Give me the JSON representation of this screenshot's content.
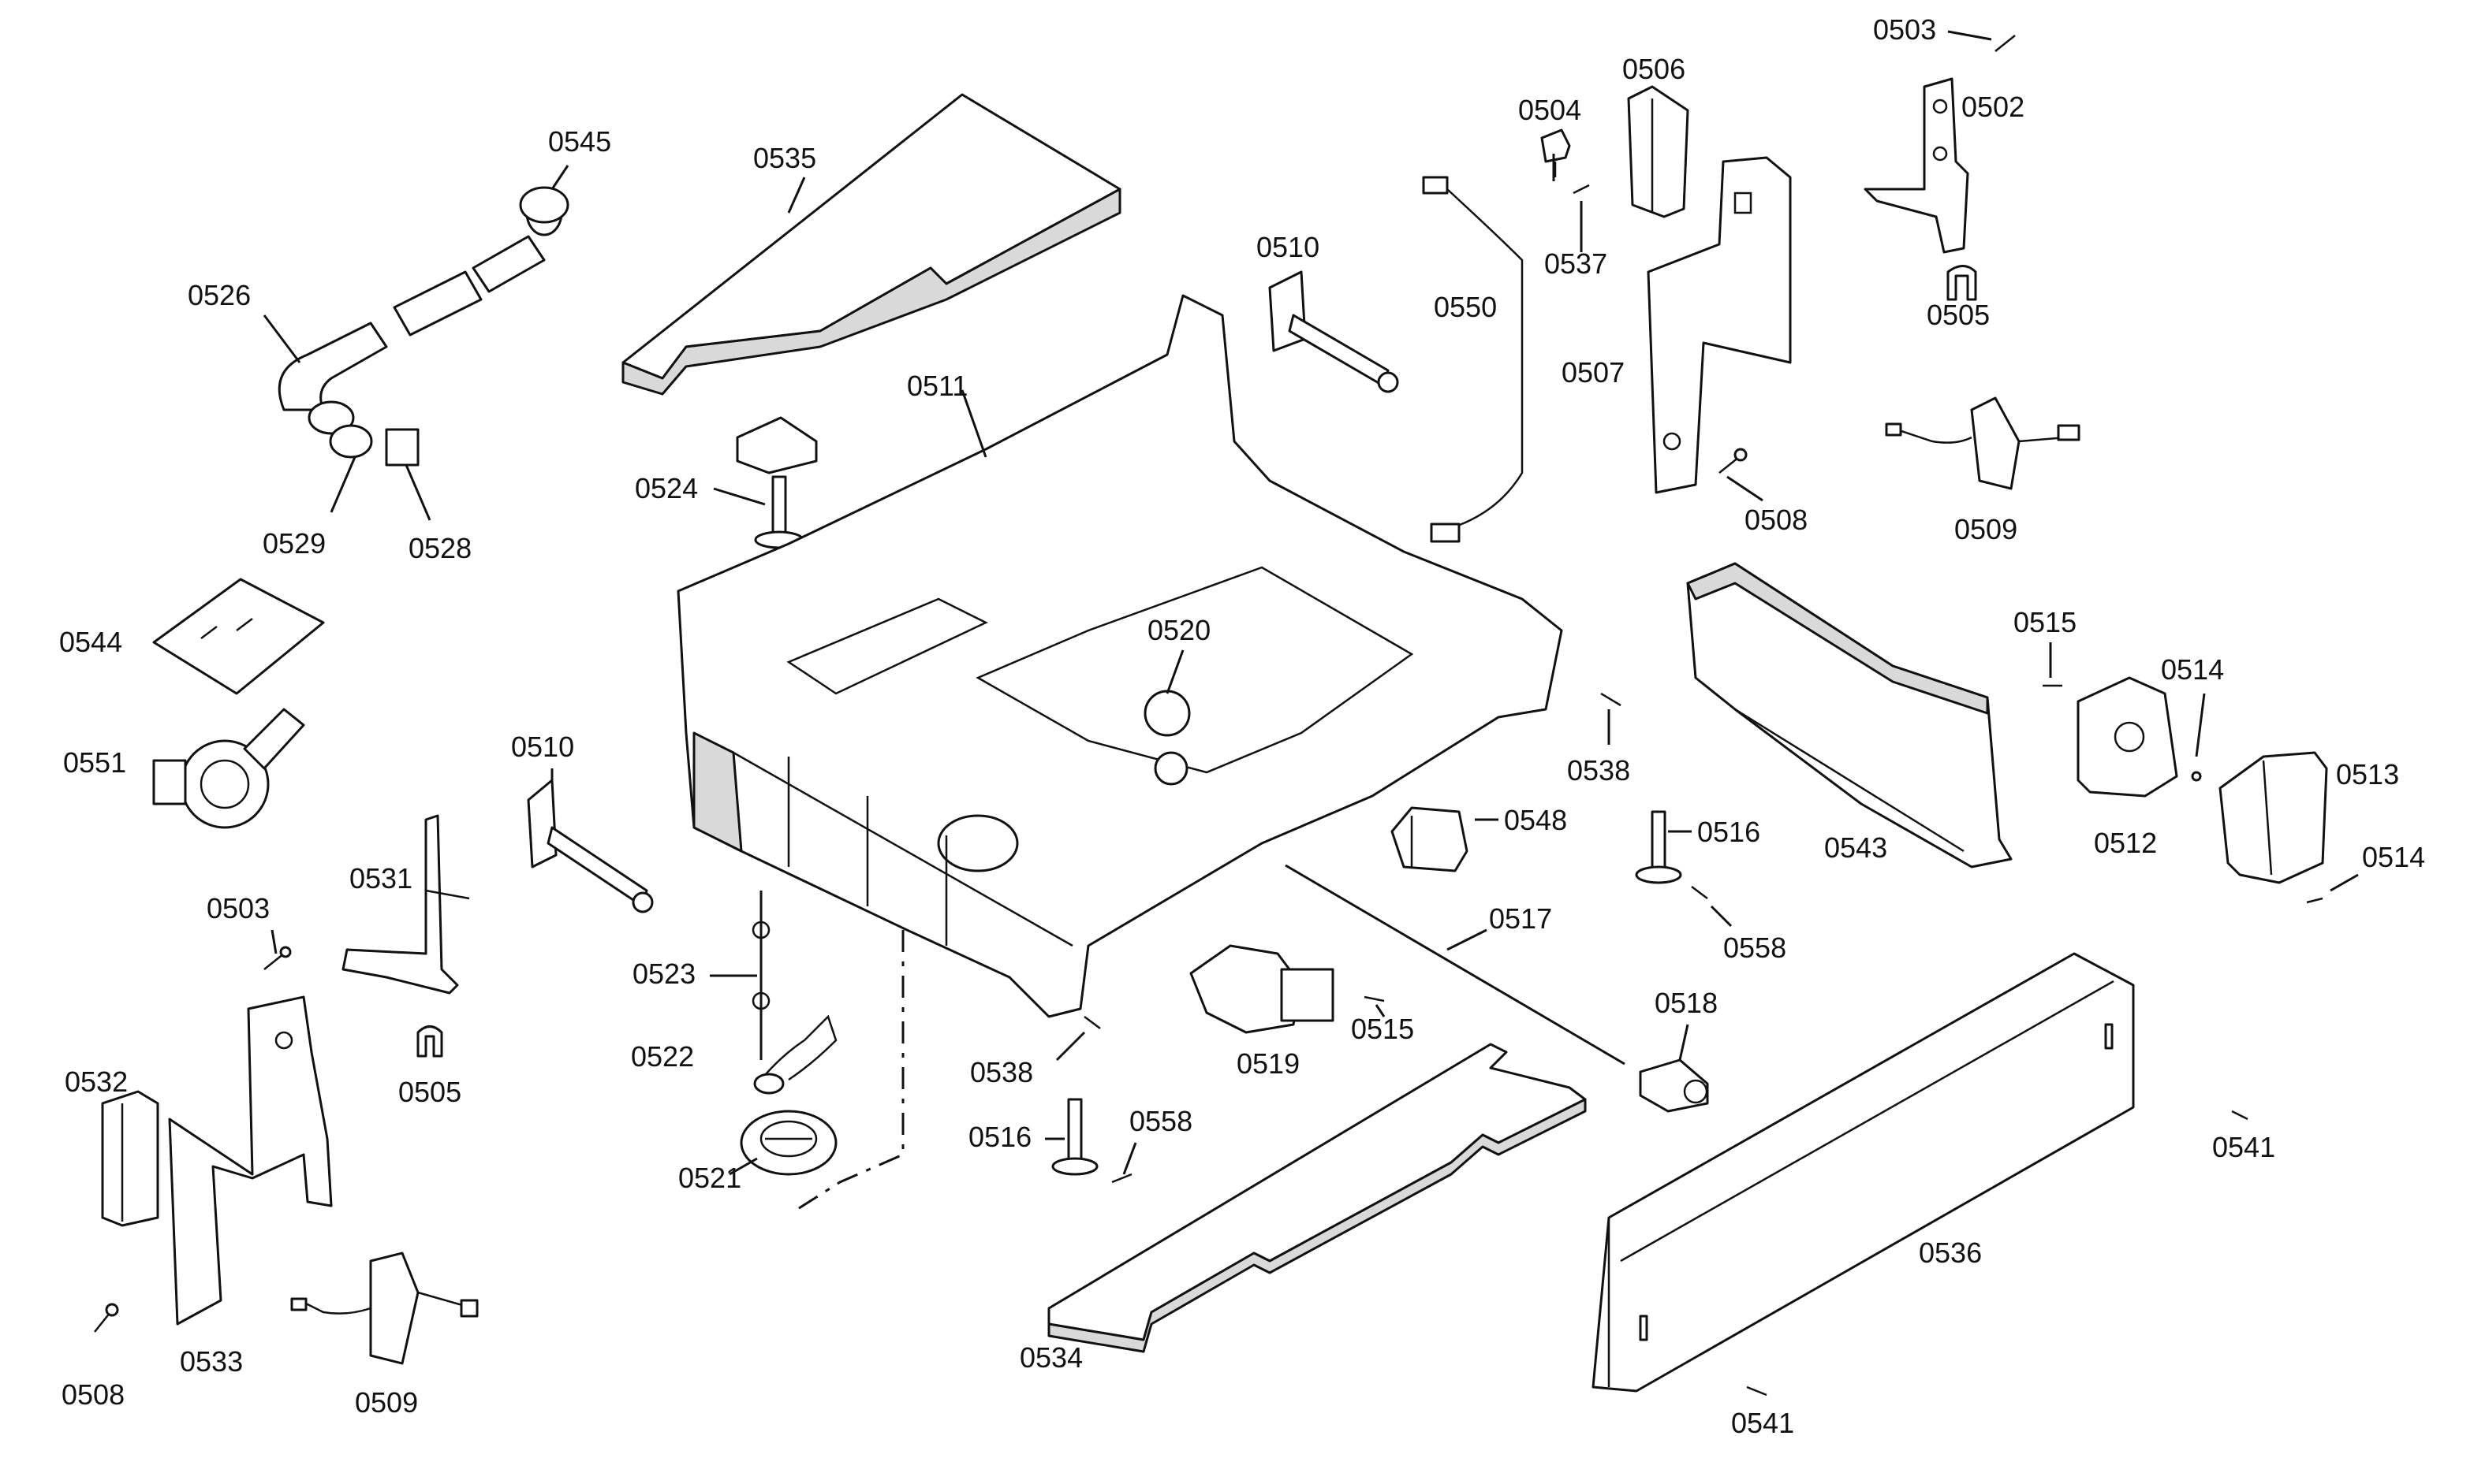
{
  "labels": {
    "l0503_top": "0503",
    "l0502": "0502",
    "l0506": "0506",
    "l0504": "0504",
    "l0537": "0537",
    "l0505_right": "0505",
    "l0550": "0550",
    "l0507": "0507",
    "l0508_right": "0508",
    "l0509_right": "0509",
    "l0545": "0545",
    "l0535": "0535",
    "l0526": "0526",
    "l0510_top": "0510",
    "l0511": "0511",
    "l0524": "0524",
    "l0529": "0529",
    "l0528": "0528",
    "l0544": "0544",
    "l0520": "0520",
    "l0551": "0551",
    "l0515_right": "0515",
    "l0514_top": "0514",
    "l0538_right": "0538",
    "l0513": "0513",
    "l0510_left": "0510",
    "l0548": "0548",
    "l0516_right": "0516",
    "l0543": "0543",
    "l0512": "0512",
    "l0514_bottom": "0514",
    "l0531": "0531",
    "l0503_left": "0503",
    "l0558_right": "0558",
    "l0517": "0517",
    "l0523": "0523",
    "l0518": "0518",
    "l0515_mid": "0515",
    "l0532": "0532",
    "l0505_left": "0505",
    "l0522": "0522",
    "l0519": "0519",
    "l0538_mid": "0538",
    "l0541_right": "0541",
    "l0516_left": "0516",
    "l0558_left": "0558",
    "l0521": "0521",
    "l0536": "0536",
    "l0533": "0533",
    "l0534": "0534",
    "l0508_left": "0508",
    "l0509_left": "0509",
    "l0541_bottom": "0541"
  }
}
